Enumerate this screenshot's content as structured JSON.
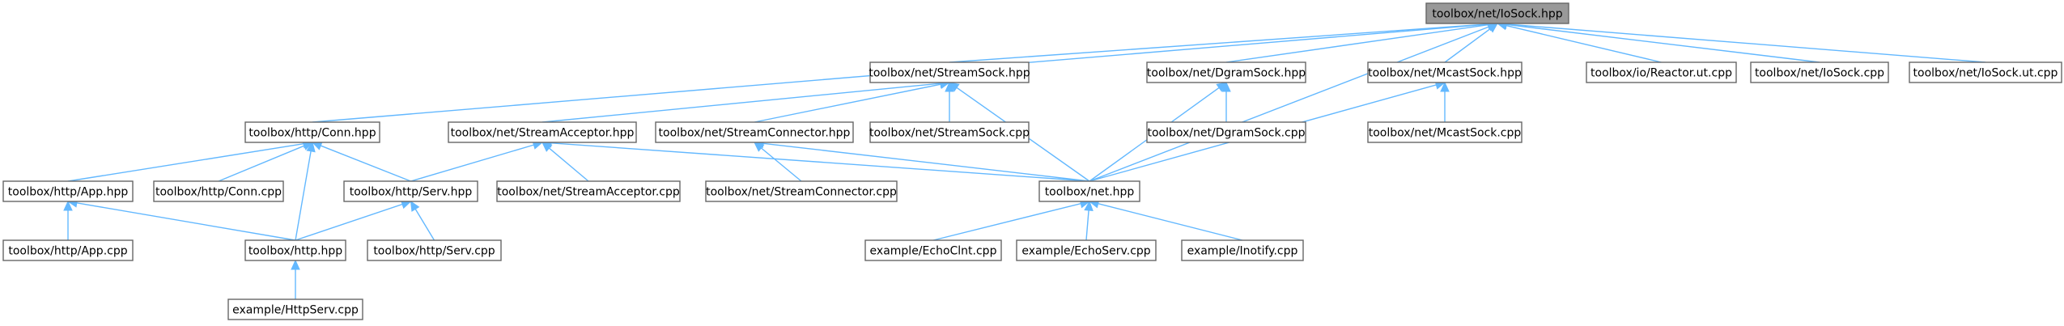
{
  "graph": {
    "nodes": [
      {
        "id": "iosock_hpp",
        "label": "toolbox/net/IoSock.hpp",
        "root": true
      },
      {
        "id": "streamsock_hpp",
        "label": "toolbox/net/StreamSock.hpp"
      },
      {
        "id": "dgramsock_hpp",
        "label": "toolbox/net/DgramSock.hpp"
      },
      {
        "id": "mcastsock_hpp",
        "label": "toolbox/net/McastSock.hpp"
      },
      {
        "id": "reactor_ut_cpp",
        "label": "toolbox/io/Reactor.ut.cpp"
      },
      {
        "id": "iosock_cpp",
        "label": "toolbox/net/IoSock.cpp"
      },
      {
        "id": "iosock_ut_cpp",
        "label": "toolbox/net/IoSock.ut.cpp"
      },
      {
        "id": "conn_hpp",
        "label": "toolbox/http/Conn.hpp"
      },
      {
        "id": "streamacceptor_hpp",
        "label": "toolbox/net/StreamAcceptor.hpp"
      },
      {
        "id": "streamconnector_hpp",
        "label": "toolbox/net/StreamConnector.hpp"
      },
      {
        "id": "streamsock_cpp",
        "label": "toolbox/net/StreamSock.cpp"
      },
      {
        "id": "dgramsock_cpp",
        "label": "toolbox/net/DgramSock.cpp"
      },
      {
        "id": "mcastsock_cpp",
        "label": "toolbox/net/McastSock.cpp"
      },
      {
        "id": "app_hpp",
        "label": "toolbox/http/App.hpp"
      },
      {
        "id": "conn_cpp",
        "label": "toolbox/http/Conn.cpp"
      },
      {
        "id": "serv_hpp",
        "label": "toolbox/http/Serv.hpp"
      },
      {
        "id": "streamacceptor_cpp",
        "label": "toolbox/net/StreamAcceptor.cpp"
      },
      {
        "id": "streamconnector_cpp",
        "label": "toolbox/net/StreamConnector.cpp"
      },
      {
        "id": "net_hpp",
        "label": "toolbox/net.hpp"
      },
      {
        "id": "app_cpp",
        "label": "toolbox/http/App.cpp"
      },
      {
        "id": "http_hpp",
        "label": "toolbox/http.hpp"
      },
      {
        "id": "serv_cpp",
        "label": "toolbox/http/Serv.cpp"
      },
      {
        "id": "echoclnt_cpp",
        "label": "example/EchoClnt.cpp"
      },
      {
        "id": "echoserv_cpp",
        "label": "example/EchoServ.cpp"
      },
      {
        "id": "inotify_cpp",
        "label": "example/Inotify.cpp"
      },
      {
        "id": "httpserv_cpp",
        "label": "example/HttpServ.cpp"
      }
    ],
    "edges": [
      {
        "from": "iosock_hpp",
        "to": "streamsock_hpp"
      },
      {
        "from": "iosock_hpp",
        "to": "dgramsock_hpp"
      },
      {
        "from": "iosock_hpp",
        "to": "mcastsock_hpp"
      },
      {
        "from": "iosock_hpp",
        "to": "reactor_ut_cpp"
      },
      {
        "from": "iosock_hpp",
        "to": "iosock_cpp"
      },
      {
        "from": "iosock_hpp",
        "to": "iosock_ut_cpp"
      },
      {
        "from": "iosock_hpp",
        "to": "conn_hpp"
      },
      {
        "from": "iosock_hpp",
        "to": "net_hpp"
      },
      {
        "from": "streamsock_hpp",
        "to": "streamacceptor_hpp"
      },
      {
        "from": "streamsock_hpp",
        "to": "streamconnector_hpp"
      },
      {
        "from": "streamsock_hpp",
        "to": "streamsock_cpp"
      },
      {
        "from": "streamsock_hpp",
        "to": "net_hpp"
      },
      {
        "from": "dgramsock_hpp",
        "to": "dgramsock_cpp"
      },
      {
        "from": "dgramsock_hpp",
        "to": "net_hpp"
      },
      {
        "from": "mcastsock_hpp",
        "to": "mcastsock_cpp"
      },
      {
        "from": "mcastsock_hpp",
        "to": "net_hpp"
      },
      {
        "from": "conn_hpp",
        "to": "app_hpp"
      },
      {
        "from": "conn_hpp",
        "to": "conn_cpp"
      },
      {
        "from": "conn_hpp",
        "to": "serv_hpp"
      },
      {
        "from": "conn_hpp",
        "to": "http_hpp"
      },
      {
        "from": "streamacceptor_hpp",
        "to": "serv_hpp"
      },
      {
        "from": "streamacceptor_hpp",
        "to": "streamacceptor_cpp"
      },
      {
        "from": "streamacceptor_hpp",
        "to": "net_hpp"
      },
      {
        "from": "streamconnector_hpp",
        "to": "streamconnector_cpp"
      },
      {
        "from": "streamconnector_hpp",
        "to": "net_hpp"
      },
      {
        "from": "app_hpp",
        "to": "app_cpp"
      },
      {
        "from": "app_hpp",
        "to": "http_hpp"
      },
      {
        "from": "serv_hpp",
        "to": "http_hpp"
      },
      {
        "from": "serv_hpp",
        "to": "serv_cpp"
      },
      {
        "from": "net_hpp",
        "to": "echoclnt_cpp"
      },
      {
        "from": "net_hpp",
        "to": "echoserv_cpp"
      },
      {
        "from": "net_hpp",
        "to": "inotify_cpp"
      },
      {
        "from": "http_hpp",
        "to": "httpserv_cpp"
      }
    ]
  },
  "colors": {
    "edge": "#63b8ff",
    "root_fill": "#999999",
    "node_fill": "#ffffff",
    "node_border": "#666666"
  }
}
